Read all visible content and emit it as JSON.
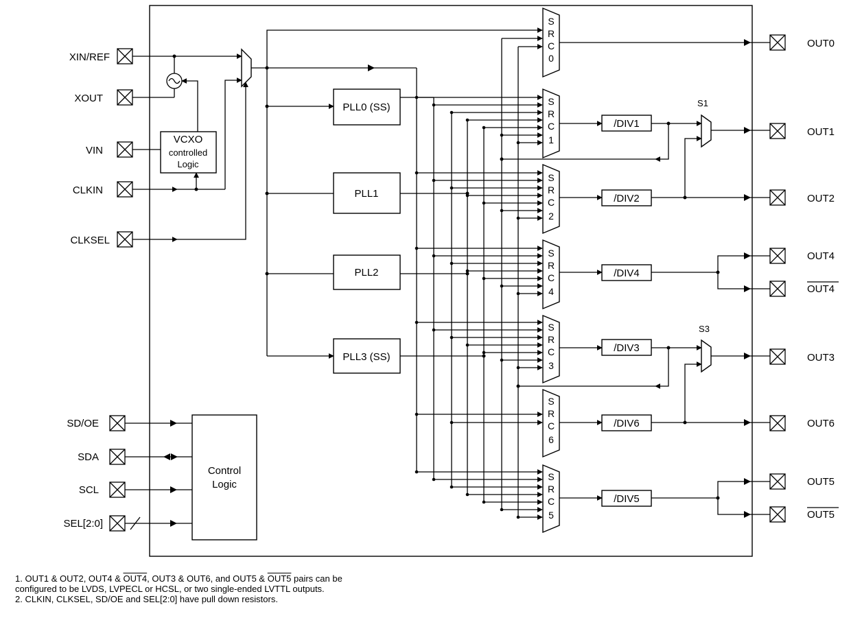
{
  "inputs": {
    "xin": "XIN/REF",
    "xout": "XOUT",
    "vin": "VIN",
    "clkin": "CLKIN",
    "clksel": "CLKSEL",
    "sdoe": "SD/OE",
    "sda": "SDA",
    "scl": "SCL",
    "sel": "SEL[2:0]"
  },
  "outputs": {
    "out0": "OUT0",
    "out1": "OUT1",
    "out2": "OUT2",
    "out4": "OUT4",
    "out4b": "OUT4",
    "out3": "OUT3",
    "out6": "OUT6",
    "out5": "OUT5",
    "out5b": "OUT5"
  },
  "blocks": {
    "vcxo_line1": "VCXO",
    "vcxo_line2": "controlled",
    "vcxo_line3": "Logic",
    "pll0": "PLL0 (SS)",
    "pll1": "PLL1",
    "pll2": "PLL2",
    "pll3": "PLL3 (SS)",
    "control_line1": "Control",
    "control_line2": "Logic",
    "div1": "/DIV1",
    "div2": "/DIV2",
    "div4": "/DIV4",
    "div3": "/DIV3",
    "div6": "/DIV6",
    "div5": "/DIV5",
    "s1": "S1",
    "s3": "S3"
  },
  "muxes": {
    "src0": [
      "S",
      "R",
      "C",
      "0"
    ],
    "src1": [
      "S",
      "R",
      "C",
      "1"
    ],
    "src2": [
      "S",
      "R",
      "C",
      "2"
    ],
    "src4": [
      "S",
      "R",
      "C",
      "4"
    ],
    "src3": [
      "S",
      "R",
      "C",
      "3"
    ],
    "src6": [
      "S",
      "R",
      "C",
      "6"
    ],
    "src5": [
      "S",
      "R",
      "C",
      "5"
    ]
  },
  "notes": {
    "n1_a": "1. OUT1 & OUT2, OUT4 & ",
    "n1_b": "OUT4",
    "n1_c": ", OUT3 & OUT6, and OUT5 & ",
    "n1_d": "OUT5",
    "n1_e": " pairs can be",
    "n1_line2": "configured to be LVDS, LVPECL or HCSL, or two single-ended LVTTL outputs.",
    "n2": "2. CLKIN, CLKSEL, SD/OE and SEL[2:0] have pull down resistors."
  }
}
